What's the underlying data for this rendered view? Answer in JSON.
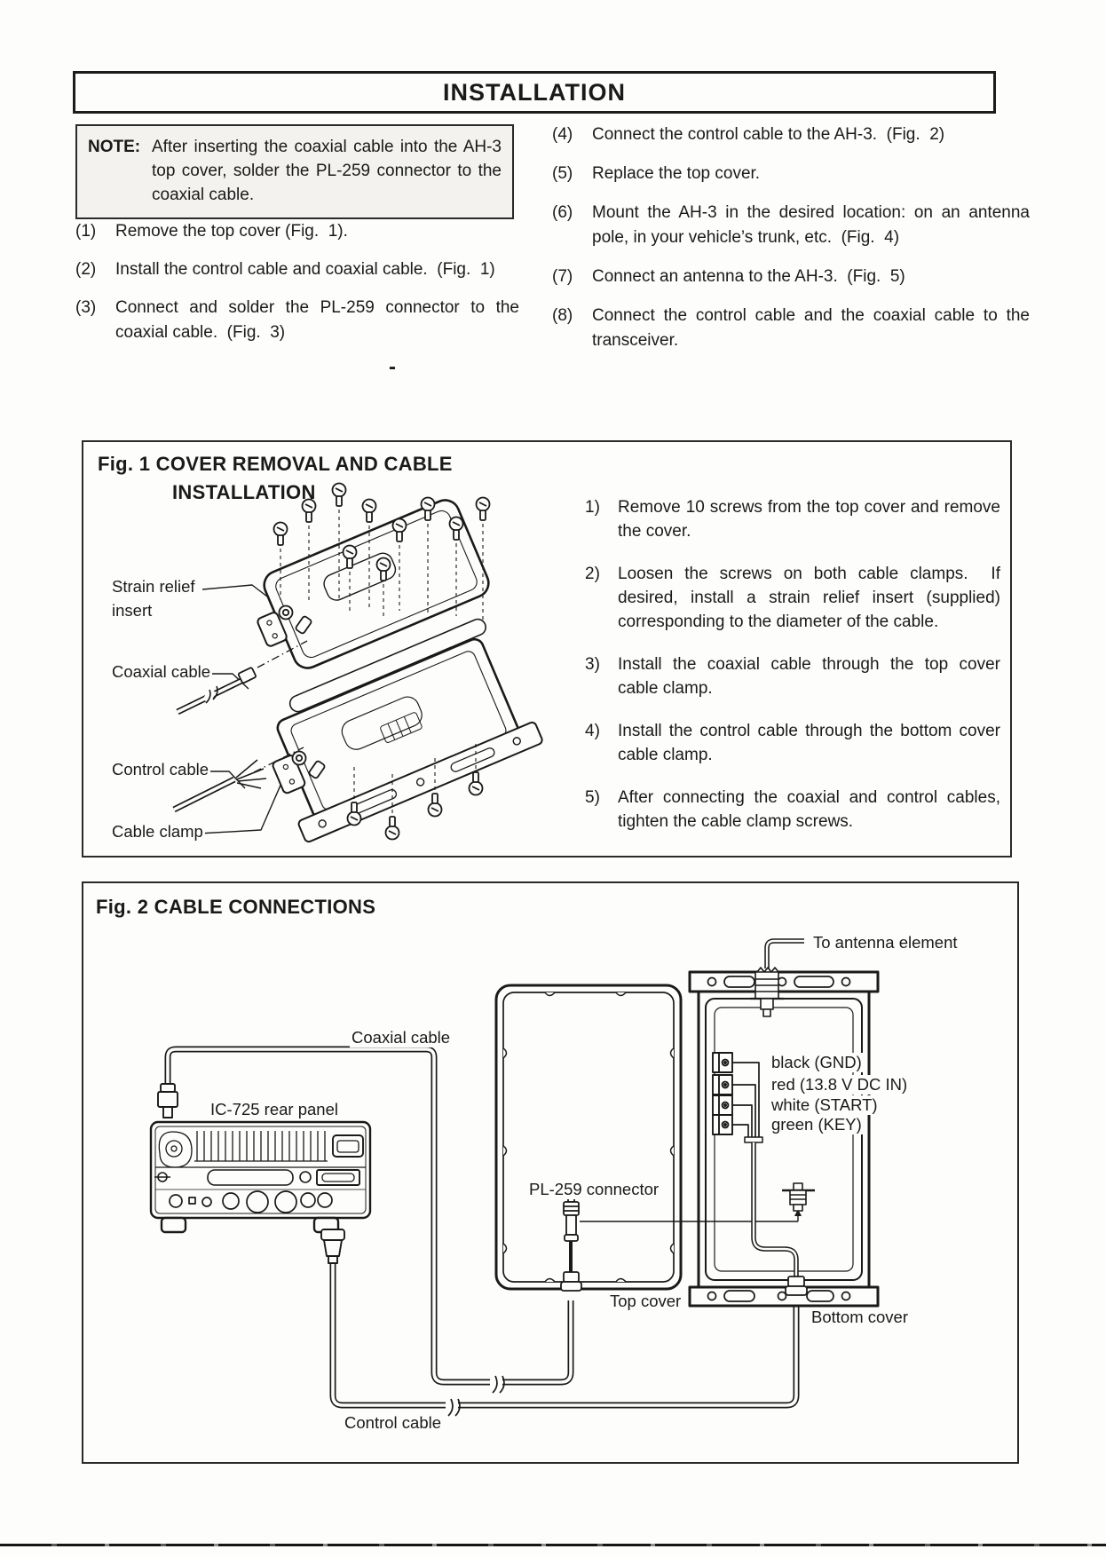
{
  "title": "INSTALLATION",
  "note": {
    "label": "NOTE:",
    "text": "After inserting the coaxial cable into the AH-3 top cover, solder the PL-259 connector to the coaxial cable."
  },
  "steps_left": [
    {
      "num": "(1)",
      "text": "Remove the top cover (Fig.  1)."
    },
    {
      "num": "(2)",
      "text": "Install the control cable and coaxial cable.  (Fig.  1)"
    },
    {
      "num": "(3)",
      "text": "Connect and solder the PL-259 connector to the coaxial cable.  (Fig.  3)"
    }
  ],
  "steps_right": [
    {
      "num": "(4)",
      "text": "Connect the control cable to the AH-3.  (Fig.  2)"
    },
    {
      "num": "(5)",
      "text": "Replace the top cover."
    },
    {
      "num": "(6)",
      "text": "Mount the AH-3 in the desired location: on an antenna pole, in your vehicle’s trunk, etc.  (Fig.  4)"
    },
    {
      "num": "(7)",
      "text": "Connect an antenna to the AH-3.  (Fig.  5)"
    },
    {
      "num": "(8)",
      "text": "Connect the control cable and the coaxial cable to the transceiver."
    }
  ],
  "divider_dash": "-",
  "fig1": {
    "title_line1": "Fig. 1 COVER REMOVAL AND CABLE",
    "title_line2": "INSTALLATION",
    "labels": {
      "strain_relief_1": "Strain relief",
      "strain_relief_2": "insert",
      "coaxial_cable": "Coaxial cable",
      "control_cable": "Control cable",
      "cable_clamp": "Cable clamp"
    },
    "steps": [
      {
        "num": "1)",
        "text": "Remove 10 screws from the top cover and remove the cover."
      },
      {
        "num": "2)",
        "text": "Loosen the screws on both cable clamps.  If desired, install a strain relief insert (supplied) corresponding to the diameter of the cable."
      },
      {
        "num": "3)",
        "text": "Install the coaxial cable through the top cover cable clamp."
      },
      {
        "num": "4)",
        "text": "Install the control cable through the bottom cover cable clamp."
      },
      {
        "num": "5)",
        "text": "After connecting the coaxial and control cables, tighten the cable clamp screws."
      }
    ]
  },
  "fig2": {
    "title": "Fig. 2 CABLE CONNECTIONS",
    "labels": {
      "to_antenna": "To antenna element",
      "coaxial_cable": "Coaxial cable",
      "rear_panel": "IC-725 rear panel",
      "pl259": "PL-259 connector",
      "top_cover": "Top cover",
      "bottom_cover": "Bottom cover",
      "control_cable": "Control cable"
    },
    "wire_labels": [
      {
        "text": "black (GND)"
      },
      {
        "text": "red (13.8 V DC IN)"
      },
      {
        "text": "white (START)"
      },
      {
        "text": "green (KEY)"
      }
    ]
  }
}
